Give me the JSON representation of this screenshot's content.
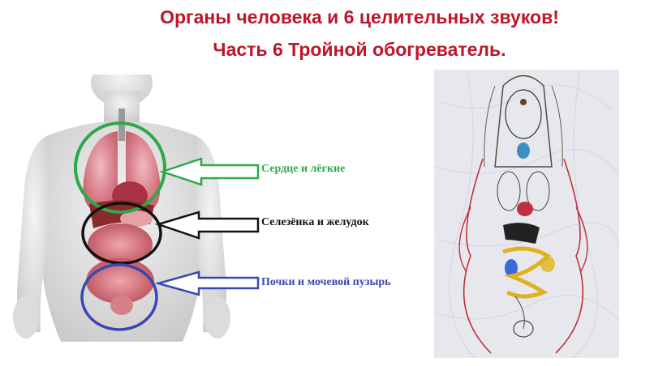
{
  "slide": {
    "title_line1": "Органы человека и 6 целительных звуков!",
    "title_line2": "Часть 6 Тройной обогреватель."
  },
  "labels": {
    "heart_lungs": "Сердце и лёгкие",
    "spleen_stomach": "Селезёнка и желудок",
    "kidneys_bladder": "Почки и мочевой пузырь"
  },
  "colors": {
    "title": "#c0142a",
    "green": "#2ea84a",
    "black": "#111111",
    "blue": "#3848b0"
  }
}
